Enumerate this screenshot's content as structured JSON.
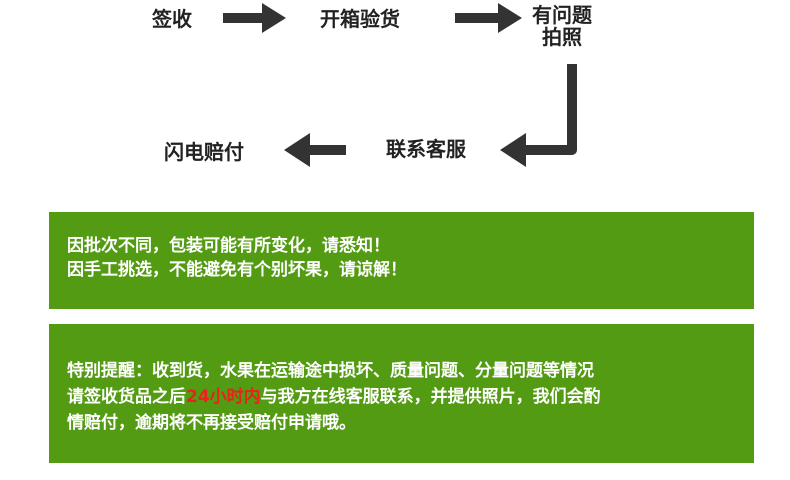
{
  "flow": {
    "steps": [
      "签收",
      "开箱验货",
      "有问题",
      "拍照",
      "联系客服",
      "闪电赔付"
    ]
  },
  "notice1": {
    "line1": "因批次不同，包装可能有所变化，请悉知！",
    "line2": "因手工挑选，不能避免有个别坏果，请谅解！"
  },
  "notice2": {
    "line1": "特别提醒：收到货，水果在运输途中损坏、质量问题、分量问题等情况",
    "line2_pre": "请签收货品之后",
    "line2_highlight": "24小时内",
    "line2_post": "与我方在线客服联系，并提供照片，我们会酌",
    "line3": "情赔付，逾期将不再接受赔付申请哦。"
  },
  "colors": {
    "panel": "#549b14",
    "highlight": "#e8231a",
    "arrow": "#333333"
  }
}
